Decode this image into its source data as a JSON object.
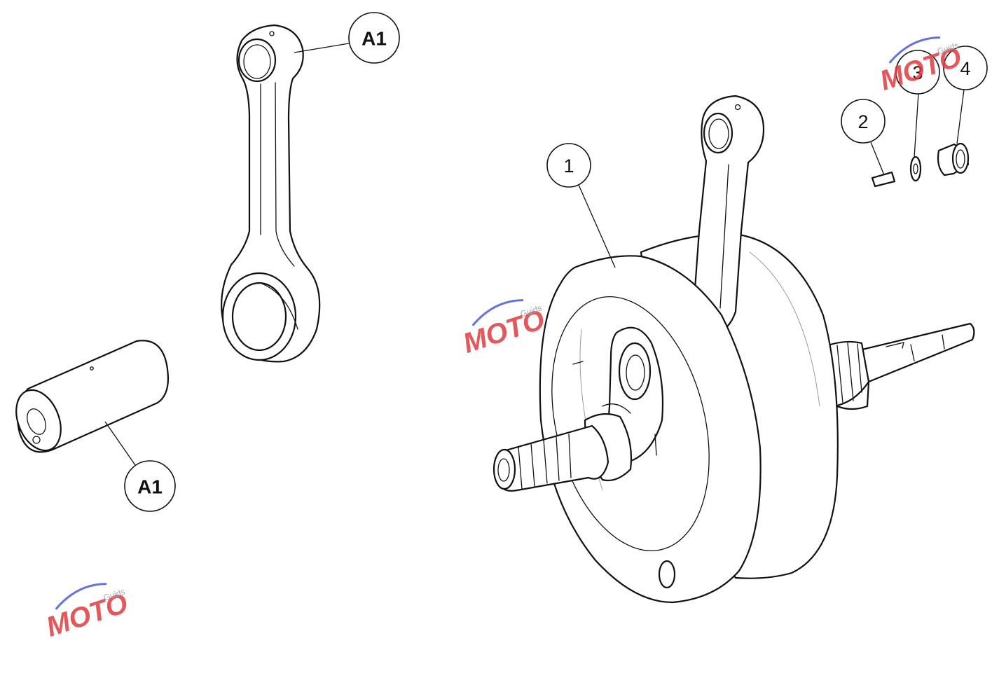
{
  "callouts": [
    {
      "id": "a1-rod",
      "label": "A1",
      "bold": true
    },
    {
      "id": "a1-pin",
      "label": "A1",
      "bold": true
    },
    {
      "id": "part-1",
      "label": "1",
      "bold": false
    },
    {
      "id": "part-2",
      "label": "2",
      "bold": false
    },
    {
      "id": "part-3",
      "label": "3",
      "bold": false
    },
    {
      "id": "part-4",
      "label": "4",
      "bold": false
    }
  ],
  "watermark": {
    "text": "MOTO",
    "subtext": "Guids",
    "colors": {
      "red": "#e03a3e",
      "blue": "#4a5bd6",
      "grey": "#9a9a9a"
    }
  },
  "colors": {
    "line": "#111111",
    "background": "#ffffff"
  }
}
